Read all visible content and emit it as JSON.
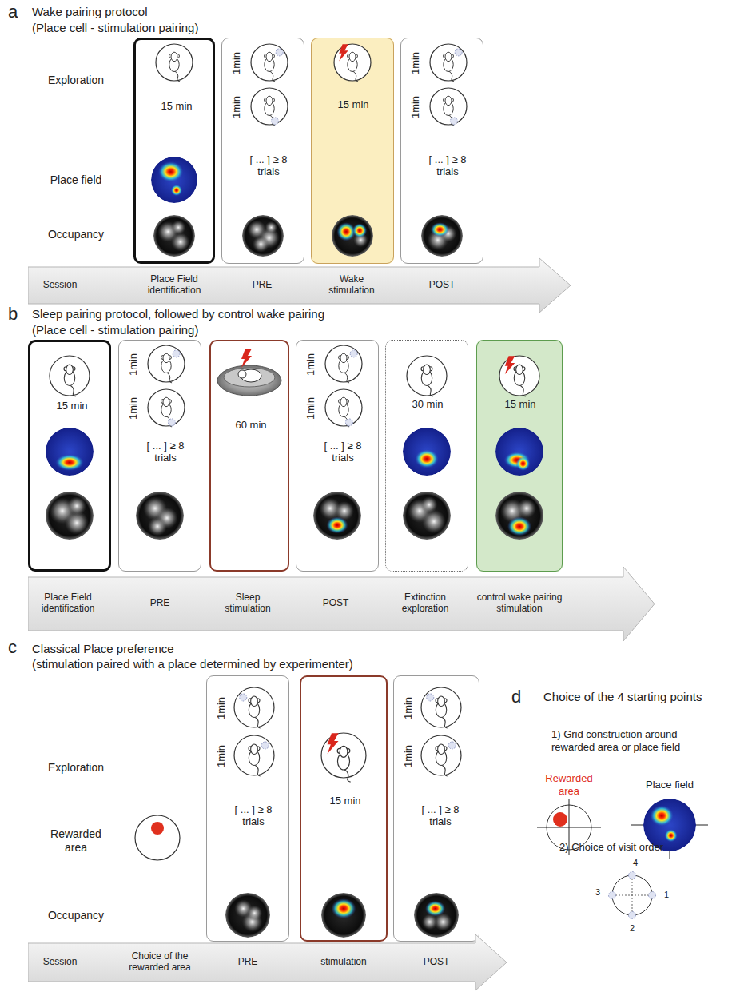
{
  "diagram": {
    "nodes": [
      {
        "text": [
          "15 min"
        ]
      },
      {
        "text": [
          "1min",
          "1min",
          "[ ... ] ≥ 8 trials"
        ]
      },
      {
        "text": [
          "15 min"
        ]
      },
      {
        "text": [
          "1min",
          "1min",
          "[ ... ] ≥ 8 trials"
        ]
      },
      {
        "text": [
          "Session",
          "Place Field identification",
          "PRE",
          "Wake stimulation",
          "POST"
        ]
      },
      {
        "text": [
          "15 min"
        ]
      },
      {
        "text": [
          "1min",
          "1min",
          "[ ... ] ≥ 8 trials"
        ]
      },
      {
        "text": [
          "60 min"
        ]
      },
      {
        "text": [
          "1min",
          "1min",
          "[ ... ] ≥ 8 trials"
        ]
      },
      {
        "text": [
          "30 min"
        ]
      },
      {
        "text": [
          "15 min"
        ]
      },
      {
        "text": [
          "Place Field identification",
          "PRE",
          "Sleep stimulation",
          "POST",
          "Extinction exploration",
          "control wake pairing stimulation"
        ]
      },
      {
        "text": [
          "1min",
          "1min",
          "[ ... ] ≥ 8 trials"
        ]
      },
      {
        "text": [
          "15 min"
        ]
      },
      {
        "text": [
          "1min",
          "1min",
          "[ ... ] ≥ 8 trials"
        ]
      },
      {
        "text": [
          "Session",
          "Choice of the rewarded area",
          "PRE",
          "stimulation",
          "POST"
        ]
      }
    ],
    "labels": [
      "a",
      "Wake pairing protocol",
      "(Place cell - stimulation pairing)",
      "Exploration",
      "Place field",
      "Occupancy",
      "b",
      "Sleep pairing protocol, followed by control wake pairing",
      "(Place cell - stimulation pairing)",
      "c",
      "Classical Place preference",
      "(stimulation paired with a place determined by experimenter)",
      "Exploration",
      "Rewarded area",
      "Occupancy",
      "d",
      "Choice of the 4 starting points",
      "1) Grid construction around rewarded area or place field",
      "Rewarded area",
      "Place field",
      "2) Choice of visit order",
      "1",
      "2",
      "3",
      "4"
    ]
  }
}
